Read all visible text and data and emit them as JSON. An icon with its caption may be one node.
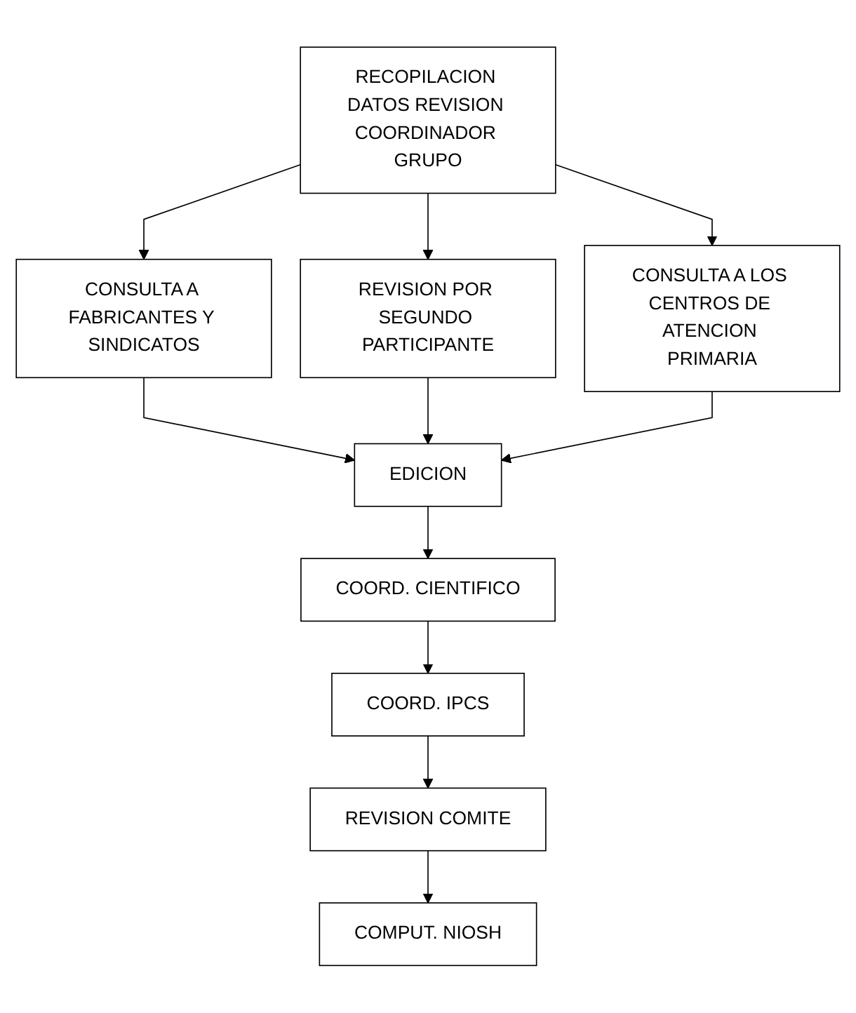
{
  "diagram": {
    "nodes": [
      {
        "text": [
          "RECOPILACION DATOS REVISION COORDINADOR GRUPO"
        ]
      },
      {
        "text": [
          "CONSULTA A FABRICANTES Y SINDICATOS"
        ]
      },
      {
        "text": [
          "REVISION POR SEGUNDO PARTICIPANTE"
        ]
      },
      {
        "text": [
          "CONSULTA A LOS CENTROS DE ATENCION PRIMARIA"
        ]
      },
      {
        "text": [
          "EDICION"
        ]
      },
      {
        "text": [
          "COORD. CIENTIFICO"
        ]
      },
      {
        "text": [
          "COORD. IPCS"
        ]
      },
      {
        "text": [
          "REVISION COMITE"
        ]
      },
      {
        "text": [
          "COMPUT. NIOSH"
        ]
      }
    ],
    "edges": [
      {
        "from": 0,
        "to": 1,
        "arrow": "to"
      },
      {
        "from": 0,
        "to": 2,
        "arrow": "to"
      },
      {
        "from": 0,
        "to": 3,
        "arrow": "to"
      },
      {
        "from": 1,
        "to": 4,
        "arrow": "to"
      },
      {
        "from": 2,
        "to": 4,
        "arrow": "to"
      },
      {
        "from": 3,
        "to": 4,
        "arrow": "to"
      },
      {
        "from": 4,
        "to": 5,
        "arrow": "to"
      },
      {
        "from": 5,
        "to": 6,
        "arrow": "to"
      },
      {
        "from": 6,
        "to": 7,
        "arrow": "to"
      },
      {
        "from": 7,
        "to": 8,
        "arrow": "to"
      }
    ]
  }
}
